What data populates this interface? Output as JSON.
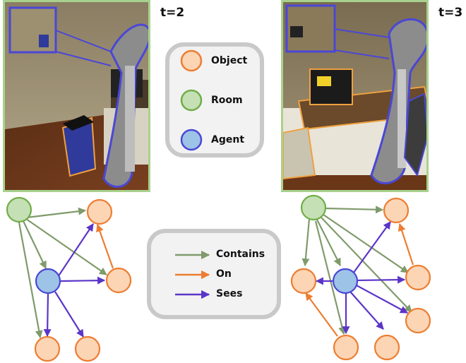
{
  "timesteps": [
    {
      "label": "t=2"
    },
    {
      "label": "t=3"
    }
  ],
  "node_legend": [
    {
      "label": "Object",
      "fill": "#fcd5b5",
      "stroke": "#ed7d31"
    },
    {
      "label": "Room",
      "fill": "#c5e0b4",
      "stroke": "#70ad47"
    },
    {
      "label": "Agent",
      "fill": "#9dc3e6",
      "stroke": "#4a47d6"
    }
  ],
  "edge_legend": [
    {
      "label": "Contains",
      "color": "#7f9a6b"
    },
    {
      "label": "On",
      "color": "#ed7d31"
    },
    {
      "label": "Sees",
      "color": "#5b35c8"
    }
  ],
  "colors": {
    "object_fill": "#fcd5b5",
    "object_stroke": "#ed7d31",
    "room_fill": "#c5e0b4",
    "room_stroke": "#70ad47",
    "agent_fill": "#9dc3e6",
    "agent_stroke": "#4a47d6",
    "frame_border": "#a9d18e",
    "legend_bg": "#f2f2f2",
    "legend_border": "#c9c9c9"
  }
}
